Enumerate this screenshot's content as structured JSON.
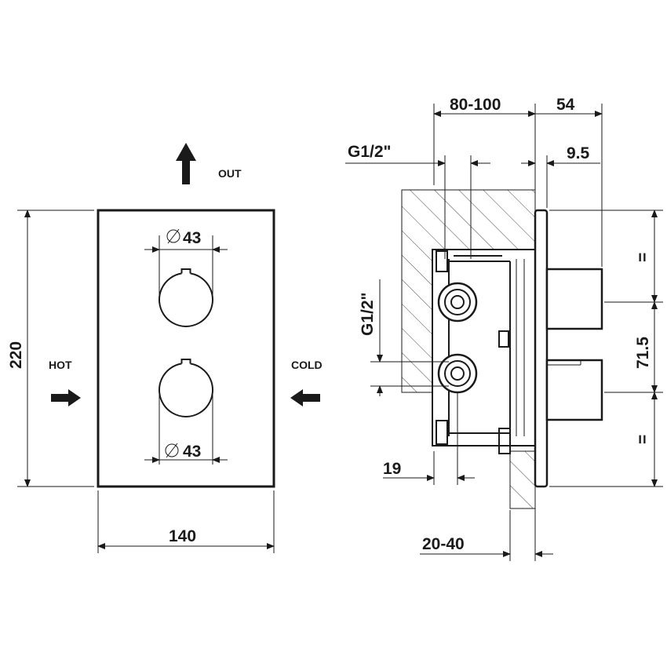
{
  "front_view": {
    "out_label": "OUT",
    "hot_label": "HOT",
    "cold_label": "COLD",
    "height_dim": "220",
    "width_dim": "140",
    "knob_top_dim": "43",
    "knob_bottom_dim": "43"
  },
  "side_view": {
    "wall_depth_dim": "80-100",
    "projection_dim": "54",
    "thread_top_label": "G1/2\"",
    "plate_offset_dim": "9.5",
    "thread_side_label": "G1/2\"",
    "equal_top": "=",
    "handle_spacing_dim": "71.5",
    "equal_bottom": "=",
    "inlet_offset_dim": "19",
    "tile_depth_dim": "20-40"
  },
  "colors": {
    "ink": "#1a1a1a",
    "background": "#ffffff"
  }
}
